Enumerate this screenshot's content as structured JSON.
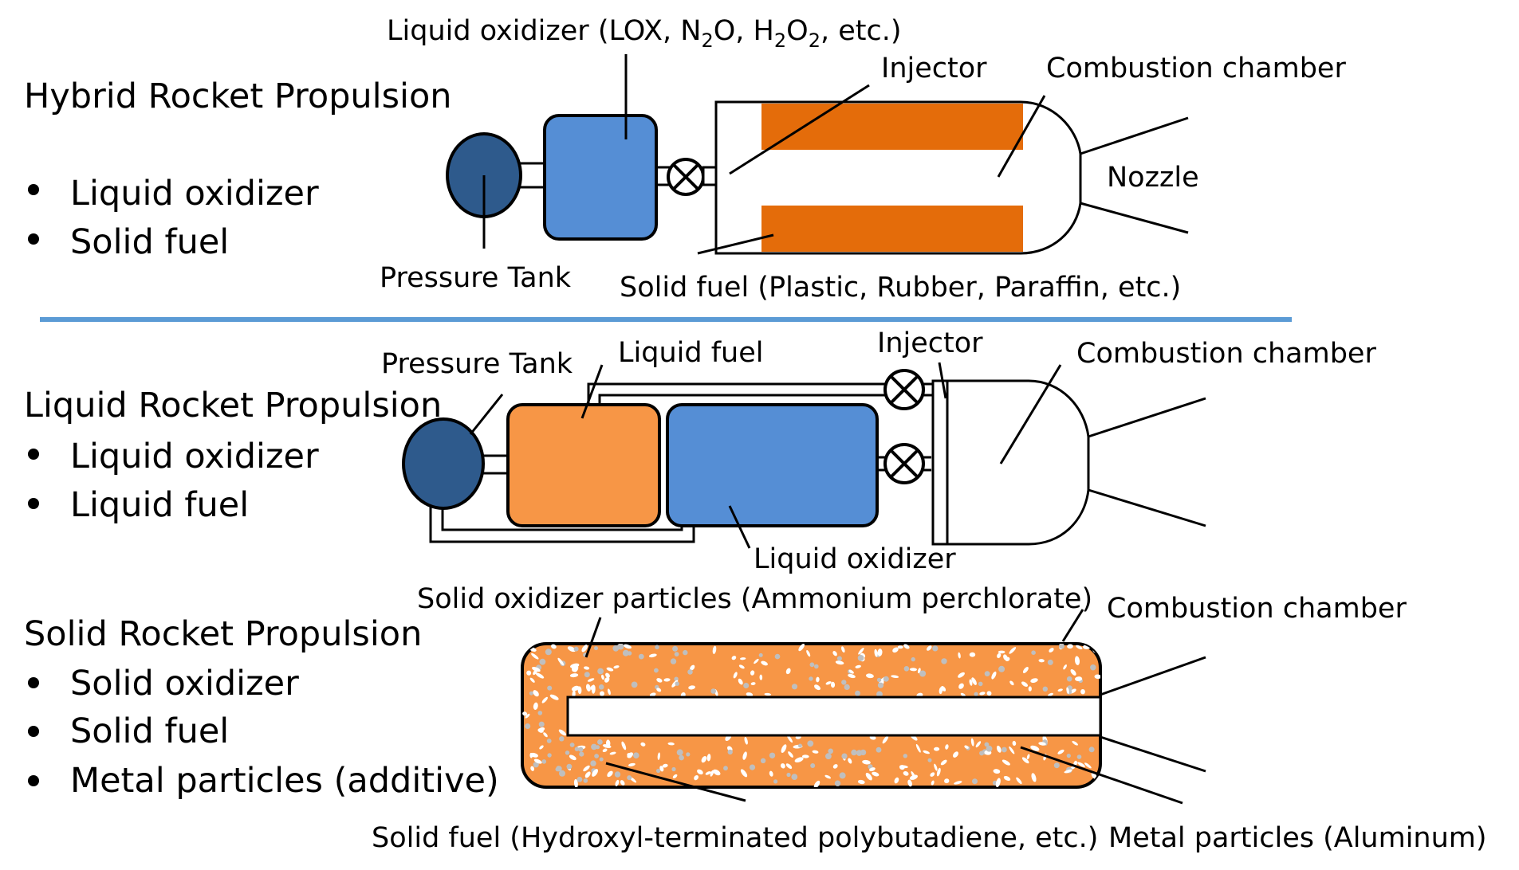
{
  "hybrid": {
    "title": "Hybrid Rocket Propulsion",
    "bullets": [
      "Liquid oxidizer",
      "Solid fuel"
    ],
    "labels": {
      "oxidizer_pre": "Liquid oxidizer (LOX, N",
      "oxidizer_n_sub": "2",
      "oxidizer_mid": "O, H",
      "oxidizer_h_sub": "2",
      "oxidizer_o": "O",
      "oxidizer_o_sub": "2",
      "oxidizer_post": ", etc.)",
      "injector": "Injector",
      "combustion_chamber": "Combustion chamber",
      "nozzle": "Nozzle",
      "pressure_tank": "Pressure Tank",
      "solid_fuel": "Solid fuel (Plastic, Rubber, Paraffin, etc.)"
    }
  },
  "liquid": {
    "title": "Liquid Rocket Propulsion",
    "bullets": [
      "Liquid oxidizer",
      "Liquid fuel"
    ],
    "labels": {
      "pressure_tank": "Pressure Tank",
      "liquid_fuel": "Liquid fuel",
      "injector": "Injector",
      "combustion_chamber": "Combustion chamber",
      "liquid_oxidizer": "Liquid oxidizer"
    }
  },
  "solid": {
    "title": "Solid Rocket Propulsion",
    "bullets": [
      "Solid oxidizer",
      "Solid fuel",
      "Metal particles (additive)"
    ],
    "labels": {
      "oxidizer_particles": "Solid oxidizer particles (Ammonium perchlorate)",
      "combustion_chamber": "Combustion chamber",
      "solid_fuel": "Solid fuel (Hydroxyl-terminated polybutadiene, etc.)",
      "metal_particles": "Metal particles (Aluminum)"
    }
  },
  "colors": {
    "pressure_tank": "#2E5A8C",
    "oxidizer_tank": "#558ED5",
    "fuel_tank": "#F79646",
    "hybrid_grain": "#E46C0A",
    "divider": "#5B9BD5",
    "solid_grain": "#F79646",
    "particle_white": "#FFFFFF",
    "particle_gray": "#BFBFBF"
  }
}
